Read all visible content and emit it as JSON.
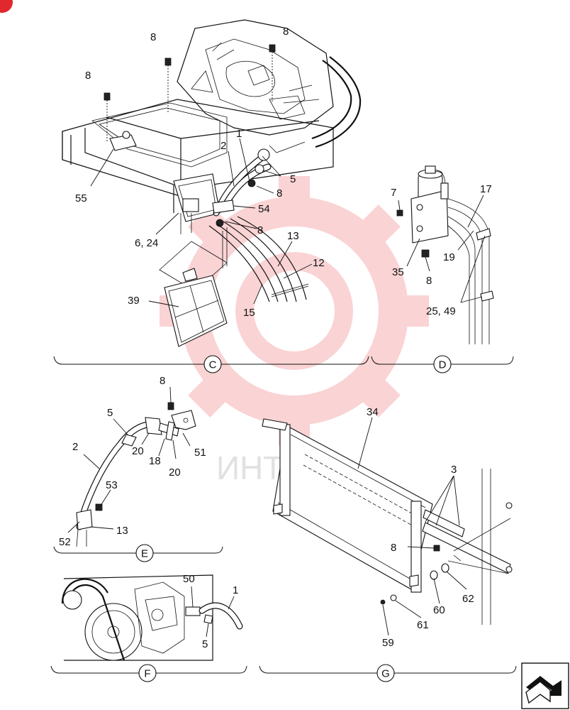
{
  "badge": {
    "color": "#e0282e"
  },
  "watermark": {
    "text": "ИНТЕХ",
    "color": "#e8363b"
  },
  "sections": [
    {
      "letter": "C"
    },
    {
      "letter": "D"
    },
    {
      "letter": "E"
    },
    {
      "letter": "F"
    },
    {
      "letter": "G"
    }
  ],
  "callouts": {
    "c_8a": "8",
    "c_8b": "8",
    "c_8c": "8",
    "c_1": "1",
    "c_2": "2",
    "c_5": "5",
    "c_8d": "8",
    "c_55": "55",
    "c_54": "54",
    "c_8e": "8",
    "c_6_24": "6, 24",
    "c_13": "13",
    "c_12": "12",
    "c_39": "39",
    "c_15": "15",
    "d_7": "7",
    "d_17": "17",
    "d_19": "19",
    "d_35": "35",
    "d_8": "8",
    "d_25_49": "25, 49",
    "e_8": "8",
    "e_5": "5",
    "e_2": "2",
    "e_20a": "20",
    "e_51": "51",
    "e_18": "18",
    "e_20b": "20",
    "e_53": "53",
    "e_52": "52",
    "e_13": "13",
    "f_50": "50",
    "f_1": "1",
    "f_5": "5",
    "g_34": "34",
    "g_3": "3",
    "g_8": "8",
    "g_60": "60",
    "g_62": "62",
    "g_61": "61",
    "g_59": "59"
  },
  "nav": {
    "icon": "return-arrow-icon"
  }
}
